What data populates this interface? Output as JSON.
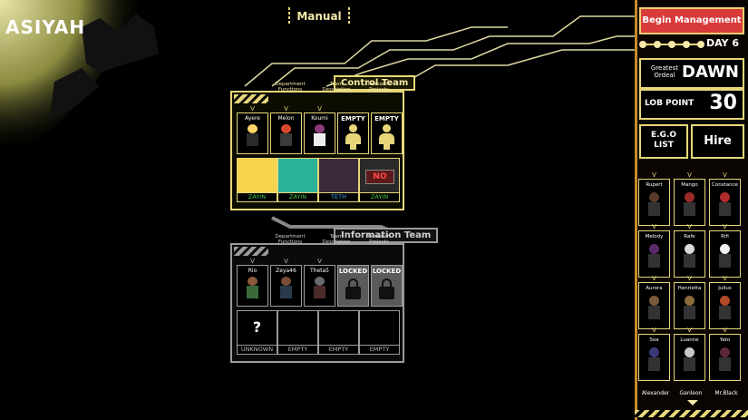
{
  "header": {
    "title": "ASIYAH",
    "manual_label": "Manual"
  },
  "control_team": {
    "name": "Control Team",
    "tabs": [
      "Department Functions",
      "Team Description",
      "Research Projects"
    ],
    "agents": [
      {
        "name": "Ayere",
        "hair": "#ffd56a"
      },
      {
        "name": "Melon",
        "hair": "#d9492f"
      },
      {
        "name": "Koumi",
        "hair": "#8b3a7a"
      },
      {
        "name": "EMPTY"
      },
      {
        "name": "EMPTY"
      }
    ],
    "abnormalities": [
      {
        "risk": "ZAYIN",
        "color": "#f5d34a"
      },
      {
        "risk": "ZAYIN",
        "color": "#2bb39a"
      },
      {
        "risk": "TETH",
        "color": "#3a2a3a"
      },
      {
        "risk": "ZAYIN",
        "color": "#5e1a1a",
        "screen_text": "NO"
      }
    ],
    "risk_colors": {
      "ZAYIN": "#46c94a",
      "TETH": "#44a7e8"
    }
  },
  "information_team": {
    "name": "Information Team",
    "tabs": [
      "Department Functions",
      "Team Description",
      "Research Projects"
    ],
    "agents": [
      {
        "name": "Rio",
        "hair": "#8b5a3a"
      },
      {
        "name": "Zeya46",
        "hair": "#7a4c3a"
      },
      {
        "name": "Theta5",
        "hair": "#6a6a6a"
      },
      {
        "name": "LOCKED"
      },
      {
        "name": "LOCKED"
      }
    ],
    "abnormalities": [
      {
        "risk": "UNKNOWN",
        "symbol": "?"
      },
      {
        "risk": "EMPTY"
      },
      {
        "risk": "EMPTY"
      },
      {
        "risk": "EMPTY"
      }
    ]
  },
  "side_panel": {
    "begin_label": "Begin Management",
    "day_label": "DAY 6",
    "ordeal_label": "Greatest Ordeal",
    "ordeal_value": "DAWN",
    "lob_label": "LOB POINT",
    "lob_value": "30",
    "ego_label": "E.G.O LIST",
    "hire_label": "Hire",
    "staff": [
      {
        "name": "Rupert",
        "hair": "#5a3a2a"
      },
      {
        "name": "Mango",
        "hair": "#9a2a2a"
      },
      {
        "name": "Constance",
        "hair": "#b02a2a"
      },
      {
        "name": "Melody",
        "hair": "#5a2a6a"
      },
      {
        "name": "Rafe",
        "hair": "#d9d9d9"
      },
      {
        "name": "Rifi",
        "hair": "#f0f0f0"
      },
      {
        "name": "Aurora",
        "hair": "#7a5a3a"
      },
      {
        "name": "Henrietta",
        "hair": "#8a6a3a"
      },
      {
        "name": "Julius",
        "hair": "#b04a2a"
      },
      {
        "name": "Soa",
        "hair": "#3a3a7a"
      },
      {
        "name": "Luanne",
        "hair": "#c9c9c9"
      },
      {
        "name": "Yato",
        "hair": "#5a2a3a"
      }
    ],
    "bottom_names": [
      "Alexander",
      "Ganleon",
      "Mr.Black"
    ]
  }
}
